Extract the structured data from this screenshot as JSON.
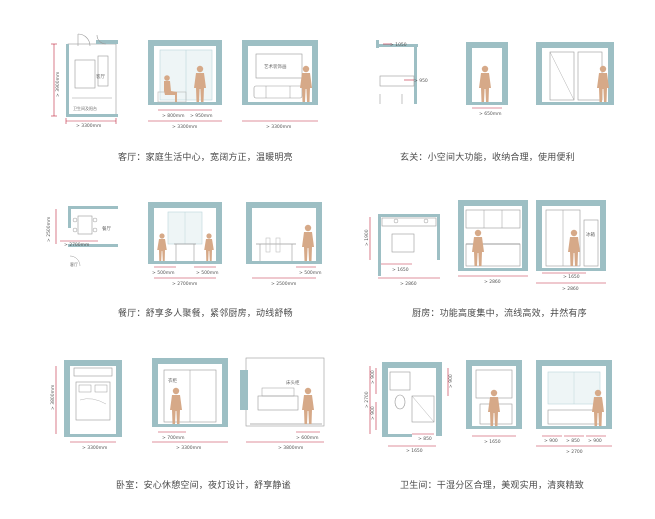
{
  "colors": {
    "wall": "#9dbfc4",
    "dim": "#c0243d",
    "line": "#9a9a9a",
    "figure": "#d6a988",
    "glass": "#bcd6da",
    "furniture": "#b5b5b5",
    "text": "#4a4a4a"
  },
  "sections": [
    {
      "key": "living",
      "caption": "客厅：家庭生活中心，宽阔方正，温暖明亮",
      "plan": {
        "vertical": "> 3900mm",
        "bottom": "> 3300mm",
        "label": "客厅",
        "label2": "卫生间及阳台"
      },
      "elev1": {
        "dims": [
          "> 800mm",
          "> 950mm"
        ],
        "total": "> 3300mm"
      },
      "elev2": {
        "label": "艺术装饰画",
        "total": "> 3300mm"
      }
    },
    {
      "key": "entry",
      "caption": "玄关：小空间大功能，收纳合理，使用便利",
      "plan": {
        "top": "> 1050",
        "side": "> 950"
      },
      "elev1": {
        "total": "> 650mm"
      }
    },
    {
      "key": "dining",
      "caption": "餐厅：舒享多人聚餐，紧邻厨房，动线舒畅",
      "plan": {
        "vertical": "> 2500mm",
        "bottom": "> 2700mm",
        "label": "餐厅",
        "label2": "客厅"
      },
      "elev1": {
        "dims": [
          "> 500mm",
          "> 500mm"
        ],
        "total": "> 2700mm"
      },
      "elev2": {
        "dims": [
          "> 500mm"
        ],
        "total": "> 2500mm"
      }
    },
    {
      "key": "kitchen",
      "caption": "厨房：功能高度集中，流线高效，井然有序",
      "plan": {
        "vertical": "> 1900",
        "inner": "> 1650",
        "bottom": "> 2860"
      },
      "elev1": {
        "total": "> 2860"
      },
      "elev2": {
        "inner": "> 1650",
        "total": "> 2860",
        "label": "冰箱"
      }
    },
    {
      "key": "bedroom",
      "caption": "卧室：安心休憩空间，夜灯设计，舒享静谧",
      "plan": {
        "vertical": "> 3800mm",
        "bottom": "> 3300mm"
      },
      "elev1": {
        "dims": [
          "> 700mm"
        ],
        "total": "> 3300mm",
        "label": "衣柜"
      },
      "elev2": {
        "dims": [
          "> 600mm"
        ],
        "total": "> 3800mm",
        "label": "床头柜"
      }
    },
    {
      "key": "bath",
      "caption": "卫生间：干湿分区合理，美观实用，清爽精致",
      "plan": {
        "left_a": "> 2700",
        "left_b": "> 900",
        "left_c": "> 900",
        "right": "> 900",
        "inner": "> 850",
        "bottom": "> 1650"
      },
      "elev1": {
        "total": "> 1650"
      },
      "elev2": {
        "dims": [
          "> 900",
          "> 850",
          "> 900"
        ],
        "total": "> 2700"
      }
    }
  ]
}
